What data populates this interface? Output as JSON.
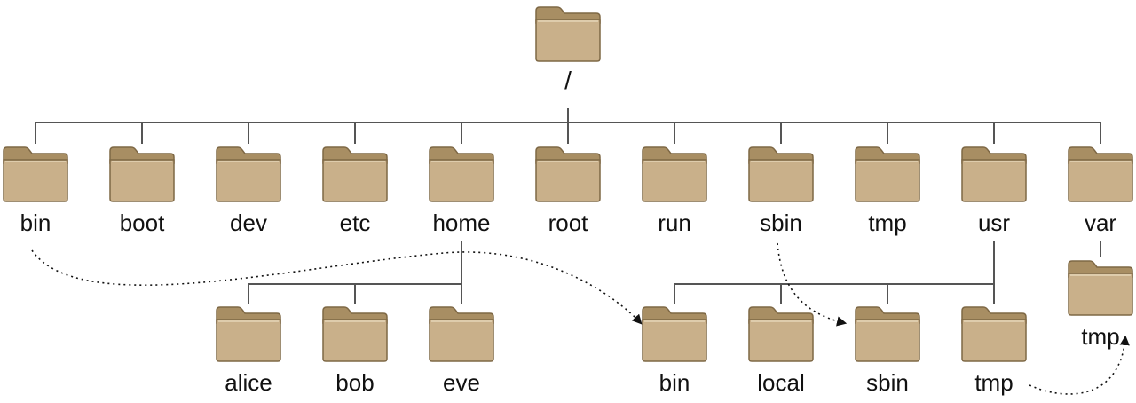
{
  "colors": {
    "folder_fill": "#c9b08a",
    "folder_tab": "#a88e63",
    "folder_edge": "#7e6845",
    "connector": "#555555",
    "arrow": "#111111",
    "text": "#111111"
  },
  "tree": {
    "root": {
      "label": "/",
      "icon": "folder-icon"
    },
    "top_level": [
      {
        "label": "bin"
      },
      {
        "label": "boot"
      },
      {
        "label": "dev"
      },
      {
        "label": "etc"
      },
      {
        "label": "home"
      },
      {
        "label": "root"
      },
      {
        "label": "run"
      },
      {
        "label": "sbin"
      },
      {
        "label": "tmp"
      },
      {
        "label": "usr"
      },
      {
        "label": "var"
      }
    ],
    "home_children": [
      {
        "label": "alice"
      },
      {
        "label": "bob"
      },
      {
        "label": "eve"
      }
    ],
    "usr_children": [
      {
        "label": "bin"
      },
      {
        "label": "local"
      },
      {
        "label": "sbin"
      },
      {
        "label": "tmp"
      }
    ],
    "var_children": [
      {
        "label": "tmp"
      }
    ]
  },
  "symlinks": [
    {
      "from": "/bin",
      "to": "/usr/bin"
    },
    {
      "from": "/sbin",
      "to": "/usr/sbin"
    },
    {
      "from": "/usr/tmp",
      "to": "/var/tmp"
    }
  ]
}
